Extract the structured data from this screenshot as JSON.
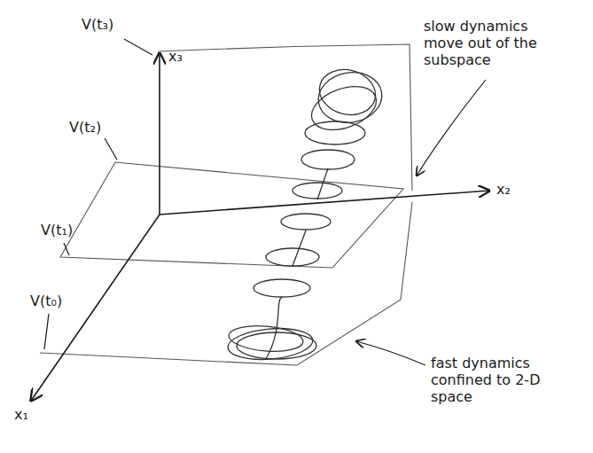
{
  "diagram": {
    "labels": [
      "V(t₃)",
      "x₃",
      "V(t₂)",
      "slow dynamics move out of the subspace",
      "x₂",
      "V(t₁)",
      "V(t₀)",
      "x₁",
      "fast dynamics confined to 2-D space"
    ]
  }
}
